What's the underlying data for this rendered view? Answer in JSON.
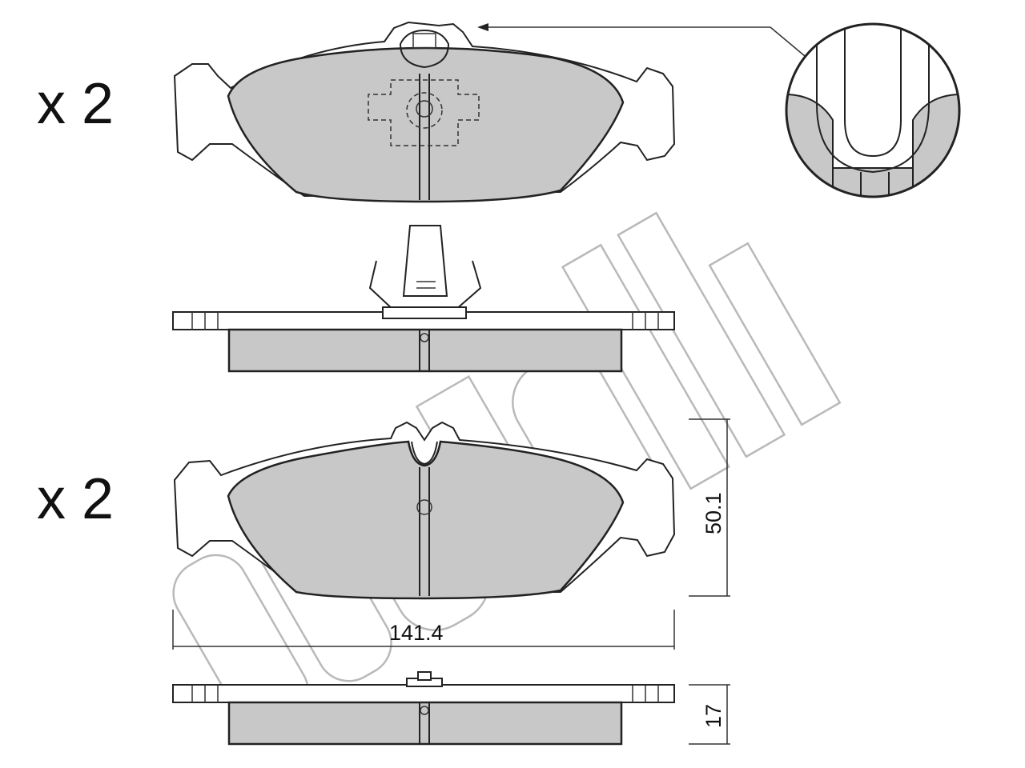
{
  "watermark": {
    "brand": "metelli"
  },
  "top_view": {
    "quantity_label": "x 2"
  },
  "bottom_view": {
    "quantity_label": "x 2"
  },
  "dimensions": {
    "width": "141.4",
    "height": "50.1",
    "thickness": "17"
  },
  "colors": {
    "friction_material": "#c8c8c8",
    "outline": "#222222",
    "watermark": "#b9b9b9"
  }
}
